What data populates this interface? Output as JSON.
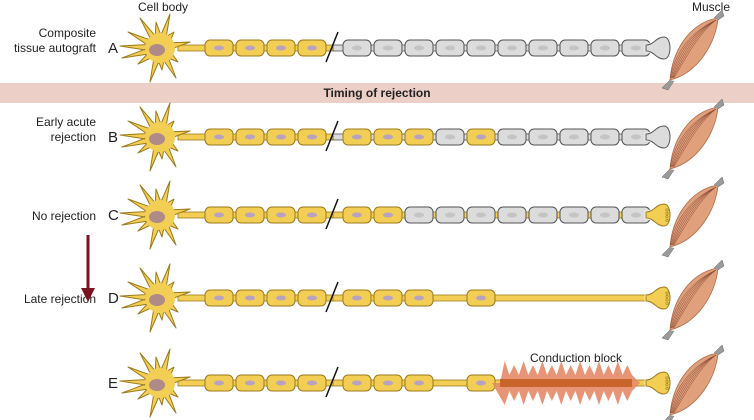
{
  "header": {
    "cell_body_label": "Cell body",
    "muscle_label": "Muscle"
  },
  "band": {
    "title": "Timing of rejection",
    "color": "#eccfc6"
  },
  "colors": {
    "host_yellow": "#f2cf54",
    "host_stroke": "#9c7a1c",
    "donor_gray": "#dcdcdc",
    "donor_stroke": "#555555",
    "nucleus_host": "#b9a2bf",
    "nucleus_donor": "#c4c4c4",
    "soma_nucleus": "#b08a86",
    "muscle": "#e0a07c",
    "block": "#e58a68",
    "arrow": "#7b1320"
  },
  "rows": [
    {
      "letter": "A",
      "label_lines": [
        "Composite",
        "tissue autograft"
      ],
      "axon_distal": "gray",
      "cells_after_cut": [
        "gray",
        "gray",
        "gray",
        "gray",
        "gray",
        "gray",
        "gray",
        "gray",
        "gray",
        "gray"
      ],
      "terminal": "gray",
      "conduction_block": false
    },
    {
      "letter": "B",
      "label_lines": [
        "Early acute",
        "rejection"
      ],
      "axon_distal": "gray",
      "cells_after_cut": [
        "yellow",
        "yellow",
        "yellow",
        "gray",
        "yellow",
        "gray",
        "gray",
        "gray",
        "gray",
        "gray"
      ],
      "terminal": "gray",
      "conduction_block": false
    },
    {
      "letter": "C",
      "label_lines": [
        "No rejection"
      ],
      "axon_distal": "yellow",
      "cells_after_cut": [
        "yellow",
        "yellow",
        "gray",
        "gray",
        "gray",
        "gray",
        "gray",
        "gray",
        "gray",
        "gray"
      ],
      "terminal": "yellow",
      "conduction_block": false
    },
    {
      "letter": "D",
      "label_lines": [
        "Late rejection"
      ],
      "axon_distal": "yellow",
      "cells_after_cut": [
        "yellow",
        "yellow",
        "yellow",
        "none",
        "yellow",
        "none",
        "none",
        "none",
        "none",
        "none"
      ],
      "terminal": "yellow",
      "conduction_block": false
    },
    {
      "letter": "E",
      "label_lines": [],
      "axon_distal": "yellow",
      "cells_after_cut": [
        "yellow",
        "yellow",
        "yellow",
        "none",
        "yellow",
        "none",
        "none",
        "none",
        "none",
        "none"
      ],
      "terminal": "yellow",
      "conduction_block": true,
      "block_label": "Conduction block"
    }
  ],
  "arrow": {
    "meaning": "time-progression-arrow"
  }
}
